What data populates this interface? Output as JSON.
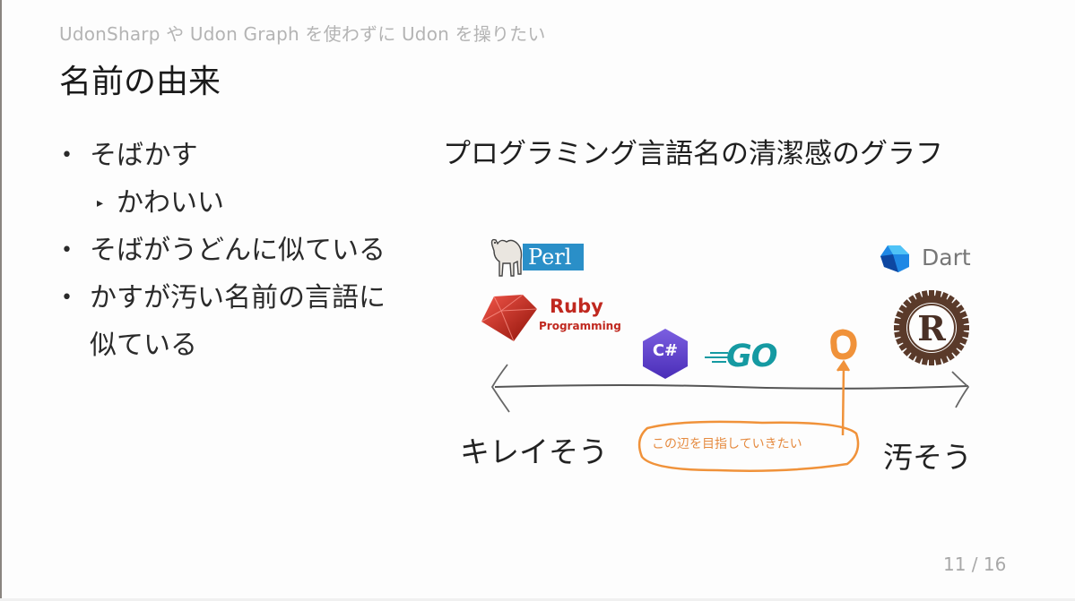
{
  "slide": {
    "subtitle": "UdonSharp や Udon Graph を使わずに Udon を操りたい",
    "title": "名前の由来",
    "page_number": "11 / 16"
  },
  "bullets": [
    {
      "level": 1,
      "text": "そばかす"
    },
    {
      "level": 2,
      "text": "かわいい"
    },
    {
      "level": 1,
      "text": "そばがうどんに似ている"
    },
    {
      "level": 1,
      "text": "かすが汚い名前の言語に"
    },
    {
      "level": 0,
      "text": "似ている"
    }
  ],
  "graph": {
    "title": "プログラミング言語名の清潔感のグラフ",
    "left_label": "キレイそう",
    "right_label": "汚そう",
    "callout": "この辺を目指していきたい",
    "logos": {
      "perl": {
        "icon": "perl-camel-icon",
        "label": "Perl"
      },
      "ruby": {
        "icon": "ruby-gem-icon",
        "label": "Ruby",
        "sublabel": "Programming"
      },
      "csharp": {
        "icon": "csharp-hexagon-icon",
        "label": "C#"
      },
      "go": {
        "icon": "go-logo-icon",
        "label": "GO"
      },
      "target": {
        "icon": "orange-circle-marker-icon"
      },
      "dart": {
        "icon": "dart-logo-icon",
        "label": "Dart"
      },
      "rust": {
        "icon": "rust-gear-icon",
        "label": "R"
      }
    },
    "colors": {
      "axis": "#555555",
      "annotation": "#f0923a",
      "perl": "#2a8fc8",
      "ruby": "#c0281f",
      "csharp": "#5b3fc9",
      "go": "#159aa2",
      "dart": "#1e88e5",
      "rust": "#5a3a2a"
    }
  }
}
